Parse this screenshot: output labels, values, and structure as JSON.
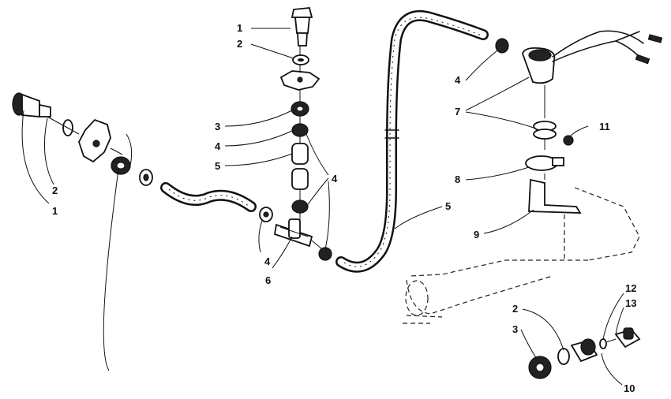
{
  "callouts": {
    "c1a": "1",
    "c2a": "2",
    "c3": "3",
    "c4a": "4",
    "c5a": "5",
    "c4b": "4",
    "c4c": "4",
    "c6": "6",
    "c5b": "5",
    "c4d": "4",
    "c7": "7",
    "c8": "8",
    "c9": "9",
    "c11": "11",
    "c2b": "2",
    "c1b": "1",
    "c12": "12",
    "c13": "13",
    "c2c": "2",
    "c3b": "3",
    "c10": "10"
  }
}
